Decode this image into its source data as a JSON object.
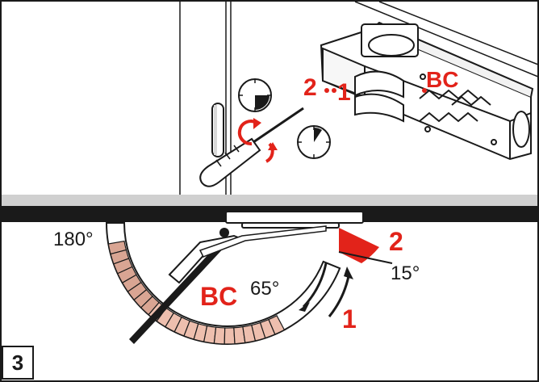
{
  "step_number": "3",
  "labels": {
    "valve_left": "2",
    "valve_right": "1",
    "valve_bc": "BC",
    "angle_180": "180°",
    "angle_65": "65°",
    "angle_15": "15°",
    "zone_bc": "BC",
    "zone_1": "1",
    "zone_2": "2"
  },
  "colors": {
    "accent_red": "#e2231a",
    "line_dark": "#1a1a1a",
    "bc_zone_fill": "#eebfae",
    "floor_gray": "#d0d0d0"
  },
  "icons": [
    "screwdriver-icon",
    "rotate-arrows-icon",
    "clock-dial-icon"
  ]
}
